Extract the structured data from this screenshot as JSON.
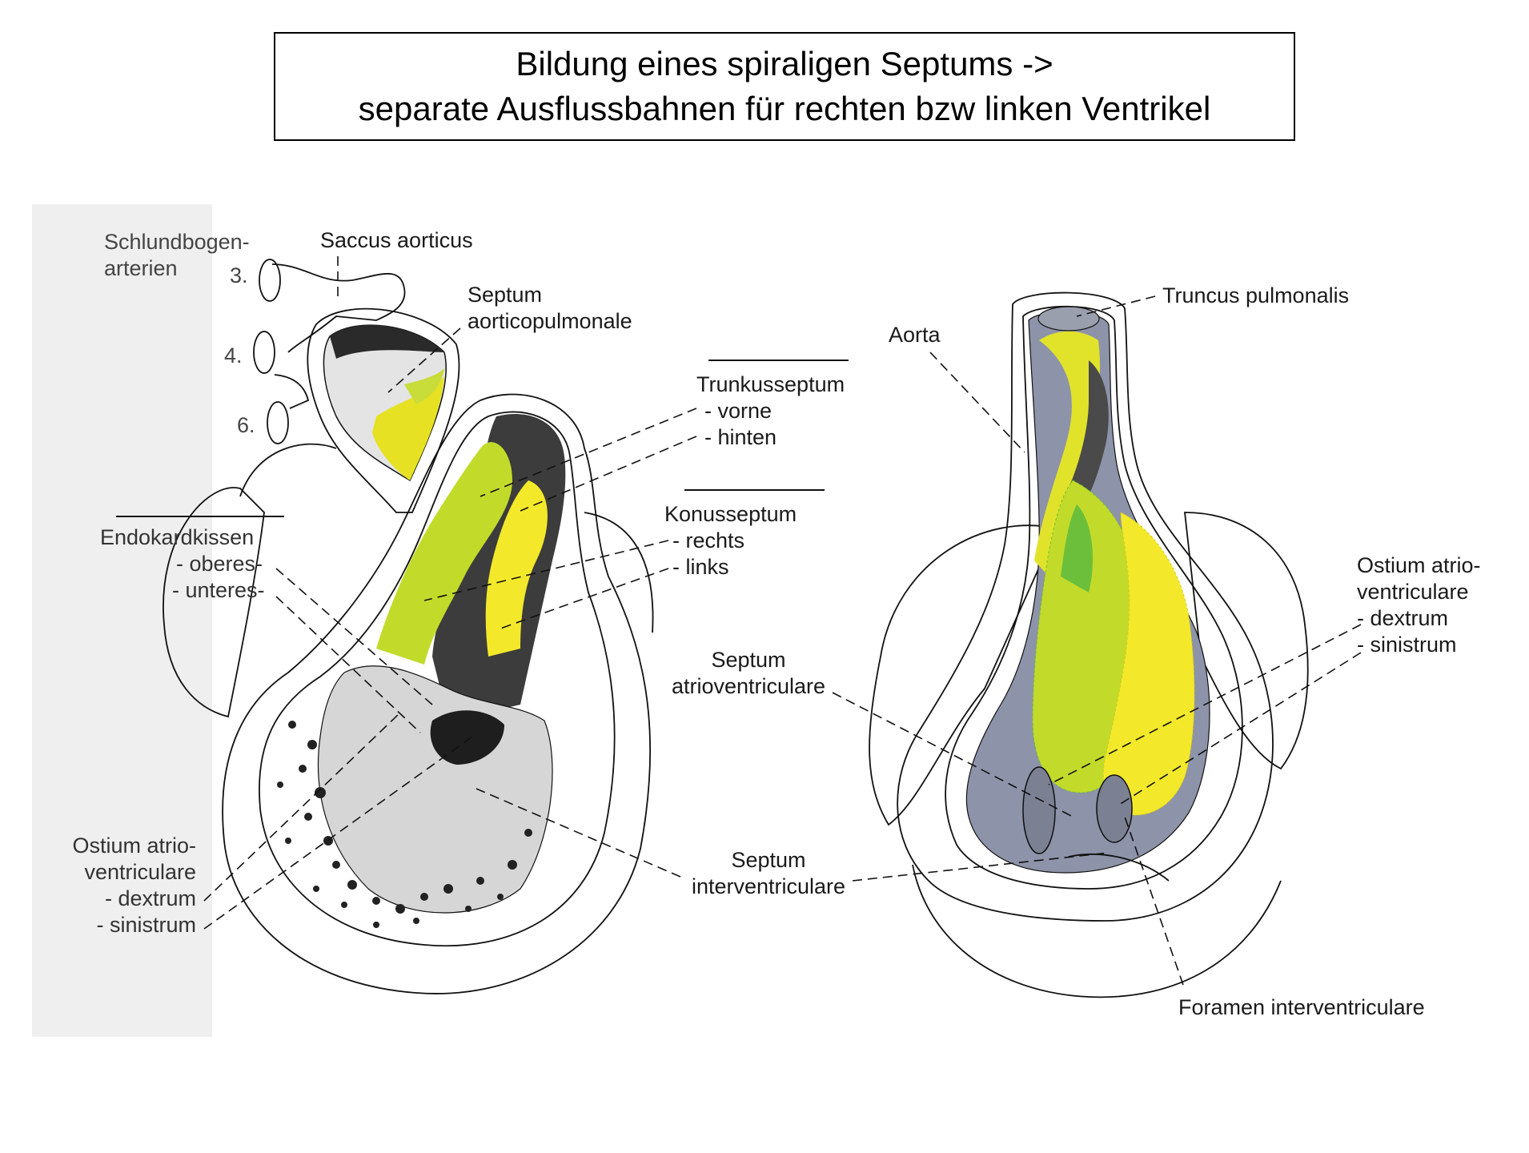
{
  "title": {
    "line1": "Bildung eines spiraligen Septums ->",
    "line2": "separate Ausflussbahnen für rechten bzw linken Ventrikel"
  },
  "colors": {
    "yellow": "#f3e92a",
    "green_yellow": "#c2db2a",
    "green": "#6cbf3a",
    "gray_dark": "#4a4a4a",
    "gray_blue": "#8d93a8",
    "outline": "#111111"
  },
  "left_figure": {
    "schlundbogen_line1": "Schlundbogen-",
    "schlundbogen_line2": "arterien",
    "num3": "3.",
    "num4": "4.",
    "num6": "6.",
    "saccus": "Saccus aorticus",
    "septum_ap_line1": "Septum",
    "septum_ap_line2": "aorticopulmonale",
    "trunkus_title": "Trunkusseptum",
    "trunkus_vorne": "- vorne",
    "trunkus_hinten": "- hinten",
    "konus_title": "Konusseptum",
    "konus_rechts": "- rechts",
    "konus_links": "- links",
    "endokard_title": "Endokardkissen",
    "endokard_oberes": "- oberes-",
    "endokard_unteres": "- unteres-",
    "ostium_line1": "Ostium atrio-",
    "ostium_line2": "ventriculare",
    "ostium_dextrum": "- dextrum",
    "ostium_sinistrum": "- sinistrum"
  },
  "right_figure": {
    "truncus": "Truncus pulmonalis",
    "aorta": "Aorta",
    "ostium_line1": "Ostium atrio-",
    "ostium_line2": "ventriculare",
    "ostium_dextrum": "- dextrum",
    "ostium_sinistrum": "- sinistrum",
    "septum_av_line1": "Septum",
    "septum_av_line2": "atrioventriculare",
    "septum_iv_line1": "Septum",
    "septum_iv_line2": "interventriculare",
    "foramen": "Foramen interventriculare"
  }
}
